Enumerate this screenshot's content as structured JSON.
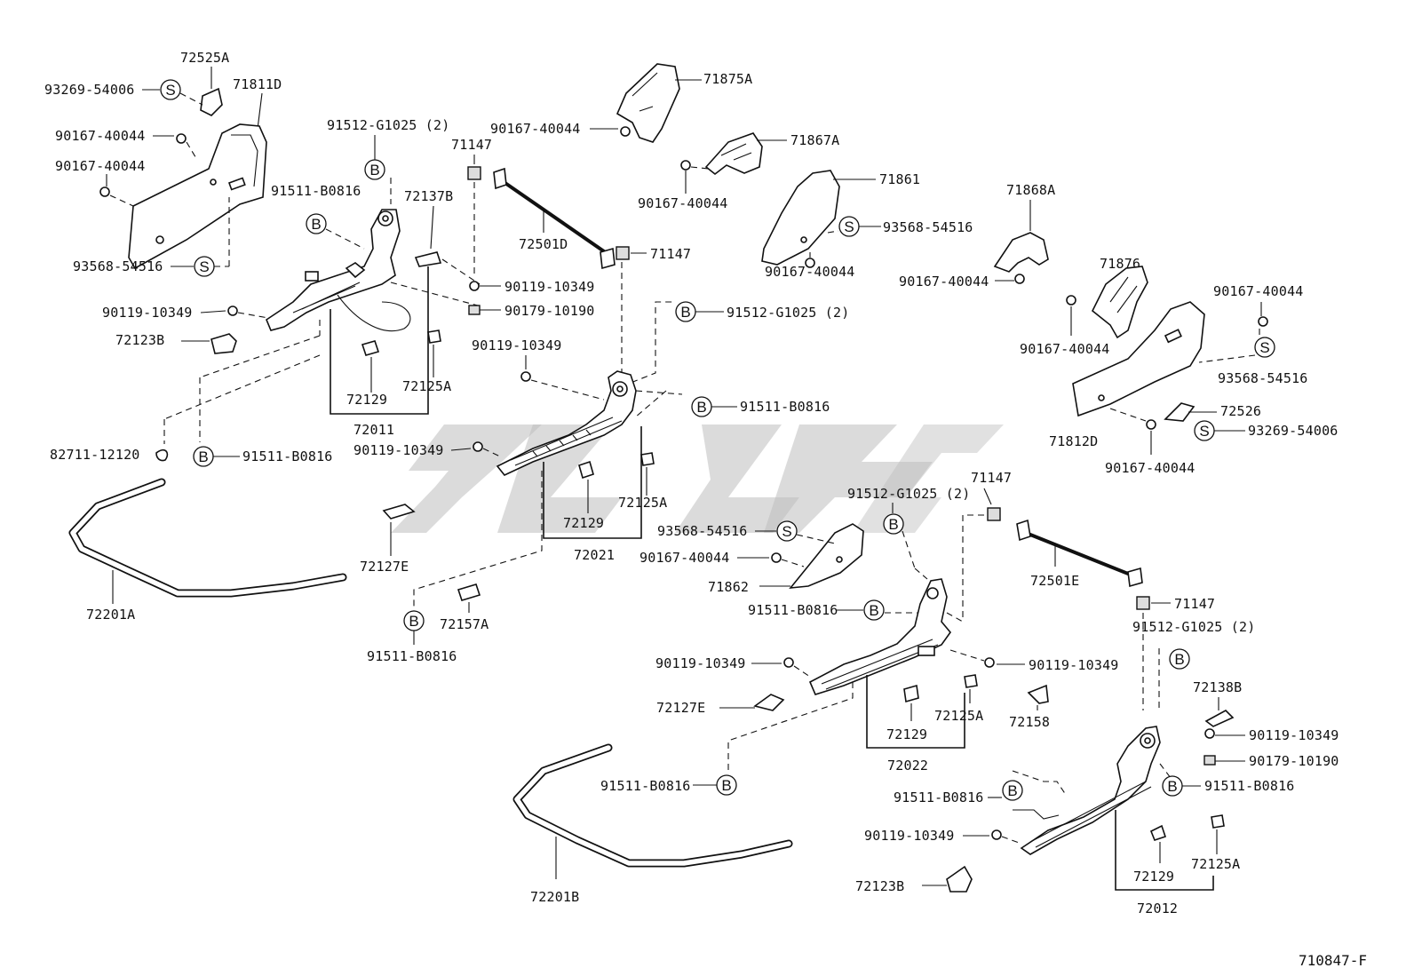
{
  "diagram_id": "710847-F",
  "symbols": {
    "bolt_letter": "B",
    "screw_letter": "S"
  },
  "labels": {
    "p72525A": "72525A",
    "p93269_54006_top": "93269-54006",
    "p71811D": "71811D",
    "p90167_40044_a": "90167-40044",
    "p90167_40044_b": "90167-40044",
    "p93568_54516_a": "93568-54516",
    "p91512_G1025_a": "91512-G1025 (2)",
    "p91511_B0816_a": "91511-B0816",
    "p72137B": "72137B",
    "p90119_10349_a": "90119-10349",
    "p72123B_a": "72123B",
    "p72129_a": "72129",
    "p72125A_a": "72125A",
    "p72011": "72011",
    "p82711_12120": "82711-12120",
    "p91511_B0816_b": "91511-B0816",
    "p72201A": "72201A",
    "p71875A": "71875A",
    "p90167_40044_c": "90167-40044",
    "p71147_a": "71147",
    "p72501D": "72501D",
    "p71147_b": "71147",
    "p90119_10349_b": "90119-10349",
    "p90179_10190_a": "90179-10190",
    "p71867A": "71867A",
    "p90167_40044_d": "90167-40044",
    "p71861": "71861",
    "p93568_54516_b": "93568-54516",
    "p90167_40044_e": "90167-40044",
    "p91512_G1025_b": "91512-G1025 (2)",
    "p90119_10349_c": "90119-10349",
    "p91511_B0816_c": "91511-B0816",
    "p90119_10349_d": "90119-10349",
    "p72129_b": "72129",
    "p72125A_b": "72125A",
    "p72021": "72021",
    "p72127E_a": "72127E",
    "p72157A": "72157A",
    "p91511_B0816_d": "91511-B0816",
    "p71868A": "71868A",
    "p90167_40044_f": "90167-40044",
    "p71876": "71876",
    "p90167_40044_g": "90167-40044",
    "p90167_40044_h": "90167-40044",
    "p93568_54516_c": "93568-54516",
    "p72526": "72526",
    "p93269_54006_b": "93269-54006",
    "p71812D": "71812D",
    "p90167_40044_i": "90167-40044",
    "p91512_G1025_c": "91512-G1025 (2)",
    "p71147_c": "71147",
    "p93568_54516_d": "93568-54516",
    "p90167_40044_j": "90167-40044",
    "p71862": "71862",
    "p72501E": "72501E",
    "p71147_d": "71147",
    "p91511_B0816_e": "91511-B0816",
    "p91512_G1025_d": "91512-G1025 (2)",
    "p90119_10349_e": "90119-10349",
    "p90119_10349_f": "90119-10349",
    "p72127E_b": "72127E",
    "p72129_c": "72129",
    "p72125A_c": "72125A",
    "p72158": "72158",
    "p72022": "72022",
    "p72138B": "72138B",
    "p90119_10349_g": "90119-10349",
    "p90179_10190_b": "90179-10190",
    "p91511_B0816_f": "91511-B0816",
    "p91511_B0816_g": "91511-B0816",
    "p91511_B0816_h": "91511-B0816",
    "p90119_10349_h": "90119-10349",
    "p72123B_b": "72123B",
    "p72129_d": "72129",
    "p72125A_d": "72125A",
    "p72012": "72012",
    "p72201B": "72201B"
  }
}
